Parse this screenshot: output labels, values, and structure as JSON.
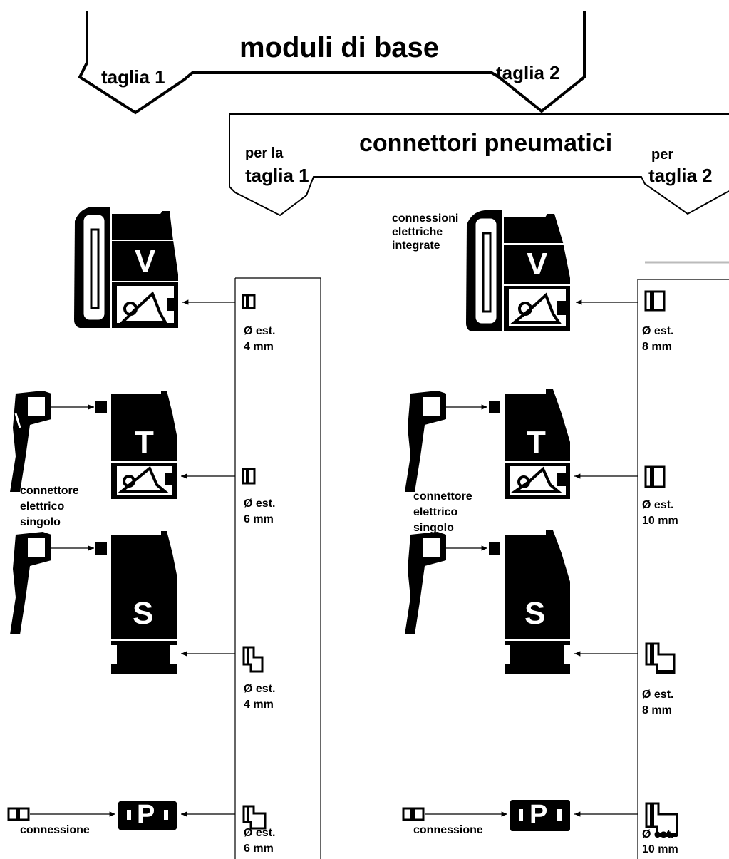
{
  "header_base": {
    "title": "moduli di base",
    "left_tag": "taglia 1",
    "right_tag": "taglia 2"
  },
  "header_pneu": {
    "title": "connettori pneumatici",
    "left_pre": "per la",
    "left_tag": "taglia 1",
    "right_pre": "per",
    "right_tag": "taglia 2"
  },
  "modules": {
    "v": "V",
    "t": "T",
    "s": "S",
    "p": "P"
  },
  "notes": {
    "integrated": [
      "connessioni",
      "elettriche",
      "integrate"
    ],
    "single_connector": [
      "connettore",
      "elettrico",
      "singolo"
    ],
    "connection": "connessione"
  },
  "fittings": {
    "size1": [
      {
        "pre": "Ø est.",
        "size": "4 mm"
      },
      {
        "pre": "Ø est.",
        "size": "6 mm"
      },
      {
        "pre": "Ø est.",
        "size": "4 mm"
      },
      {
        "pre": "Ø est.",
        "size": "6 mm"
      }
    ],
    "size2": [
      {
        "pre": "Ø est.",
        "size": "8 mm"
      },
      {
        "pre": "Ø est.",
        "size": "10 mm"
      },
      {
        "pre": "Ø est.",
        "size": "8 mm"
      },
      {
        "pre": "Ø est.",
        "size": "10 mm"
      }
    ]
  }
}
